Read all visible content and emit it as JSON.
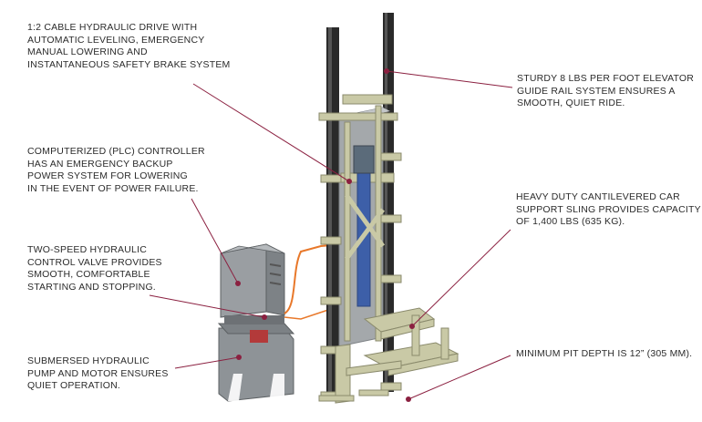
{
  "callouts": {
    "drive": "1:2 CABLE HYDRAULIC DRIVE WITH\nAUTOMATIC LEVELING, EMERGENCY\nMANUAL LOWERING AND\nINSTANTANEOUS SAFETY BRAKE SYSTEM",
    "controller": "COMPUTERIZED (PLC) CONTROLLER\nHAS AN EMERGENCY BACKUP\nPOWER SYSTEM FOR LOWERING\nIN THE EVENT OF POWER FAILURE.",
    "valve": "TWO-SPEED HYDRAULIC\nCONTROL VALVE PROVIDES\nSMOOTH, COMFORTABLE\nSTARTING AND STOPPING.",
    "pump": "SUBMERSED HYDRAULIC\nPUMP AND MOTOR ENSURES\nQUIET OPERATION.",
    "rail": "STURDY 8 LBS PER FOOT ELEVATOR\nGUIDE RAIL SYSTEM ENSURES A\nSMOOTH, QUIET RIDE.",
    "sling": "HEAVY DUTY CANTILEVERED CAR\nSUPPORT SLING PROVIDES CAPACITY\nOF 1,400 LBS (635 KG).",
    "pit": "MINIMUM PIT DEPTH IS 12” (305 MM)."
  },
  "colors": {
    "leader": "#8b2040",
    "rail": "#2a2a2a",
    "frame": "#c9c9a6",
    "panel": "#9fa3a6",
    "cylinder": "#3d5fa8",
    "hose": "#e8782a",
    "cabinet": "#8e9397"
  }
}
